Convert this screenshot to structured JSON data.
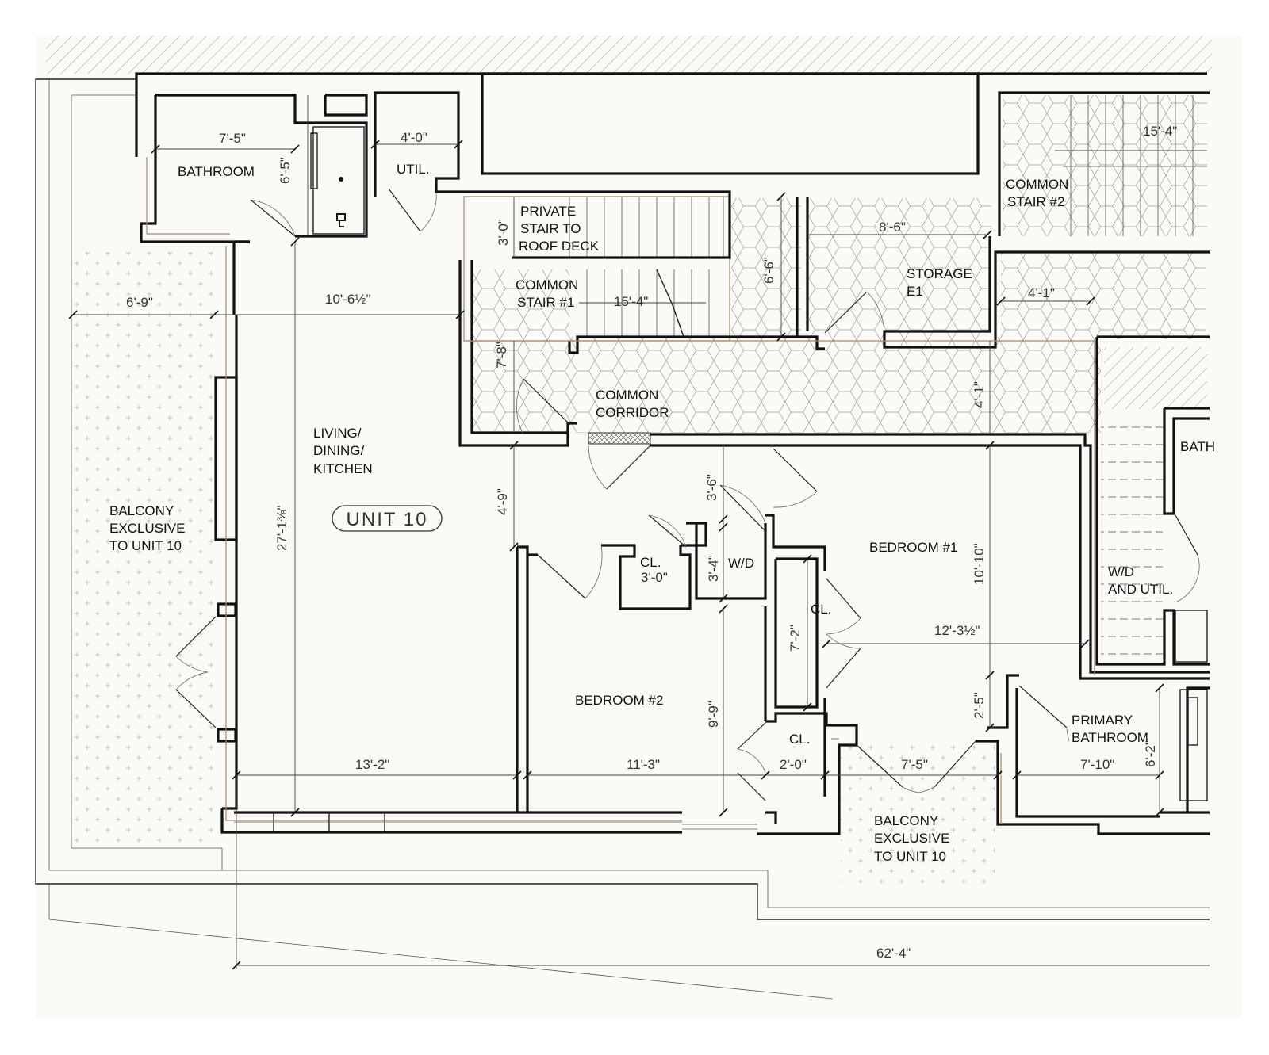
{
  "plan": {
    "unit_tag": "UNIT 10",
    "rooms": {
      "bathroom": "BATHROOM",
      "util": "UTIL.",
      "private_stair": [
        "PRIVATE",
        "STAIR TO",
        "ROOF DECK"
      ],
      "common_stair_1": [
        "COMMON",
        "STAIR #1"
      ],
      "common_stair_2": [
        "COMMON",
        "STAIR #2"
      ],
      "storage": [
        "STORAGE",
        "E1"
      ],
      "common_corridor": [
        "COMMON",
        "CORRIDOR"
      ],
      "living": [
        "LIVING/",
        "DINING/",
        "KITCHEN"
      ],
      "balcony_west": [
        "BALCONY",
        "EXCLUSIVE",
        "TO UNIT 10"
      ],
      "bedroom_1": "BEDROOM #1",
      "bedroom_2": "BEDROOM #2",
      "closet_a": "CL.",
      "closet_b": "CL.",
      "closet_c": "CL.",
      "wd": "W/D",
      "wd_util": [
        "W/D",
        "AND UTIL."
      ],
      "bath_partial": "BATH",
      "primary_bath": [
        "PRIMARY",
        "BATHROOM"
      ],
      "balcony_south": [
        "BALCONY",
        "EXCLUSIVE",
        "TO UNIT 10"
      ]
    },
    "dimensions": {
      "bath_width": "7'-5\"",
      "bath_depth": "6'-5\"",
      "util_width": "4'-0\"",
      "stair_3_0": "3'-0\"",
      "stair2_len": "15'-4\"",
      "storage_8_6": "8'-6\"",
      "storage_6_6": "6'-6\"",
      "stair1_len": "15'-4\"",
      "corridor_4_1_h": "4'-1\"",
      "corridor_7_8": "7'-8\"",
      "corridor_4_1_v": "4'-1\"",
      "balcony_6_9": "6'-9\"",
      "living_10_6": "10'-6½\"",
      "living_27": "27'-1⅜\"",
      "door_4_9": "4'-9\"",
      "hall_3_6": "3'-6\"",
      "cl_3_0": "3'-0\"",
      "wd_3_4": "3'-4\"",
      "bed1_10_10": "10'-10\"",
      "cl_7_2": "7'-2\"",
      "bed1_12_3": "12'-3½\"",
      "bed2_9_9": "9'-9\"",
      "pb_2_5": "2'-5\"",
      "pb_6_2": "6'-2\"",
      "living_13_2": "13'-2\"",
      "bed2_11_3": "11'-3\"",
      "cl_2_0": "2'-0\"",
      "balc_7_5": "7'-5\"",
      "pb_7_10": "7'-10\"",
      "overall": "62'-4\""
    }
  }
}
